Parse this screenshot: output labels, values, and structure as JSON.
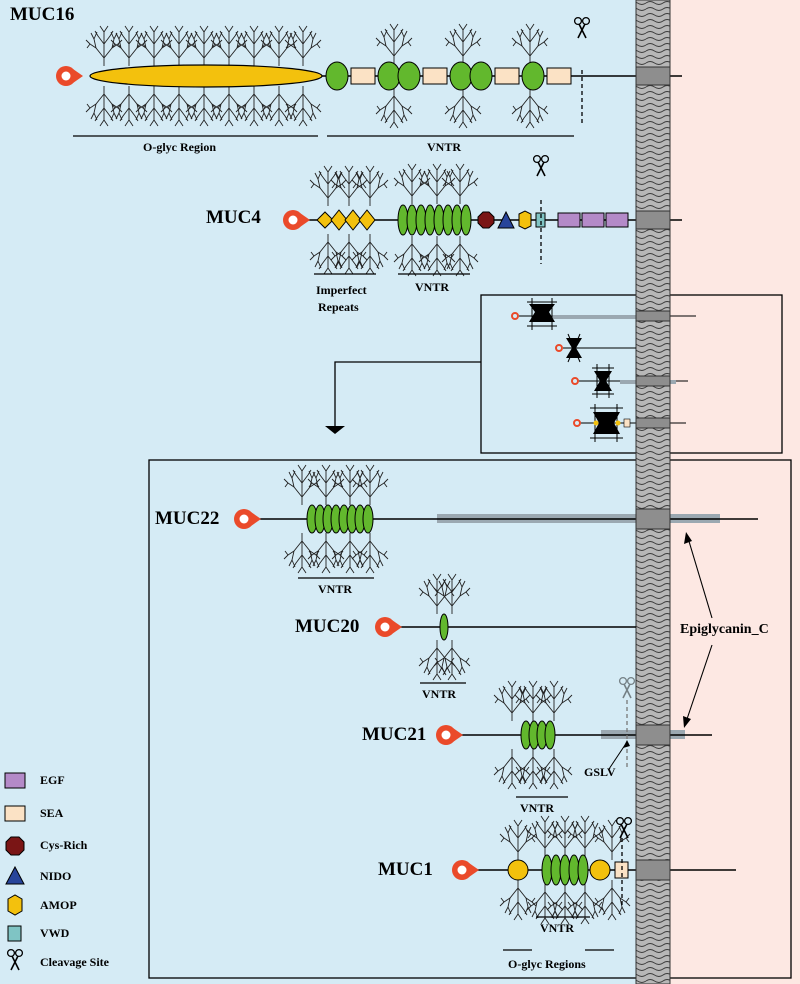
{
  "mucins": {
    "muc16": {
      "label": "MUC16",
      "regions": [
        "O-glyc Region",
        "VNTR"
      ]
    },
    "muc4": {
      "label": "MUC4",
      "regions": [
        "Imperfect",
        "Repeats",
        "VNTR"
      ]
    },
    "muc22": {
      "label": "MUC22",
      "regions": [
        "VNTR"
      ]
    },
    "muc20": {
      "label": "MUC20",
      "regions": [
        "VNTR"
      ]
    },
    "muc21": {
      "label": "MUC21",
      "regions": [
        "VNTR"
      ],
      "site_label": "GSLV"
    },
    "muc1": {
      "label": "MUC1",
      "regions": [
        "VNTR",
        "O-glyc Regions"
      ]
    }
  },
  "domain_annotation": "Epiglycanin_C",
  "legend": [
    {
      "key": "egf",
      "label": "EGF",
      "color": "#b48ac8"
    },
    {
      "key": "sea",
      "label": "SEA",
      "color": "#fbe2c5"
    },
    {
      "key": "cys",
      "label": "Cys-Rich",
      "color": "#7a1515"
    },
    {
      "key": "nido",
      "label": "NIDO",
      "color": "#27449a"
    },
    {
      "key": "amop",
      "label": "AMOP",
      "color": "#f7d000"
    },
    {
      "key": "vwd",
      "label": "VWD",
      "color": "#7fc4c4"
    },
    {
      "key": "cleave",
      "label": "Cleavage Site",
      "color": "#000000"
    }
  ],
  "colors": {
    "extracellular": "#d5ebf5",
    "cytoplasm": "#fde8e3",
    "o_glyc_region": "#f3c10d",
    "vntr": "#62b82d",
    "signal_peptide": "#ea4a2a",
    "epiglycanin_bar": "#9ba8b1"
  }
}
